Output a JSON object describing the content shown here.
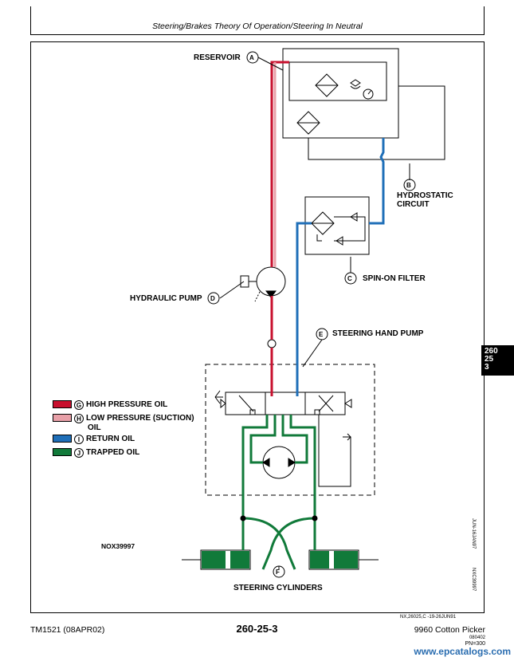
{
  "header": {
    "title": "Steering/Brakes Theory Of Operation/Steering In Neutral"
  },
  "side_tab": {
    "line1": "260",
    "line2": "25",
    "line3": "3"
  },
  "labels": {
    "reservoir": {
      "text": "RESERVOIR",
      "letter": "A"
    },
    "hydrostatic": {
      "letter": "B",
      "line1": "HYDROSTATIC",
      "line2": "CIRCUIT"
    },
    "spin_on_filter": {
      "letter": "C",
      "text": "SPIN-ON FILTER"
    },
    "hydraulic_pump": {
      "text": "HYDRAULIC PUMP",
      "letter": "D"
    },
    "steering_hand_pump": {
      "letter": "E",
      "text": "STEERING HAND PUMP"
    },
    "steering_cylinders": {
      "letter": "F",
      "text": "STEERING CYLINDERS"
    }
  },
  "legend": [
    {
      "letter": "G",
      "text": "HIGH PRESSURE OIL",
      "color": "#c8102e"
    },
    {
      "letter": "H",
      "text": "LOW PRESSURE  (SUCTION)",
      "text2": "OIL",
      "color": "#e8a0a8"
    },
    {
      "letter": "I",
      "text": "RETURN OIL",
      "color": "#1f6fb8"
    },
    {
      "letter": "J",
      "text": "TRAPPED OIL",
      "color": "#117a3a"
    }
  ],
  "figure_id": "NOX39997",
  "side_codes": {
    "code1": "JUN-16JAN97",
    "code2": "NXC39997"
  },
  "bottom_code": "NX,26025,C      -19-26JUN91",
  "footer": {
    "left": "TM1521 (08APR02)",
    "center": "260-25-3",
    "right": "9960 Cotton Picker",
    "right2": "080402",
    "right3": "PN=300",
    "url": "www.epcatalogs.com"
  },
  "colors": {
    "high_pressure": "#c8102e",
    "low_pressure": "#e8a0a8",
    "return": "#1f6fb8",
    "trapped": "#117a3a"
  }
}
